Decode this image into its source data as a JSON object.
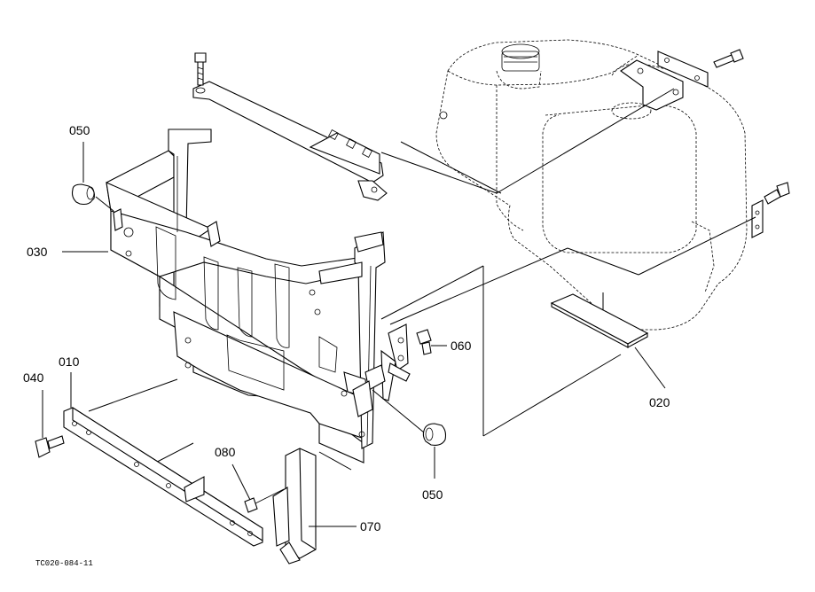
{
  "diagram": {
    "callouts": {
      "p010": "010",
      "p020": "020",
      "p030": "030",
      "p040": "040",
      "p050_left": "050",
      "p050_right": "050",
      "p060": "060",
      "p070": "070",
      "p080": "080"
    },
    "drawing_code": "TC020-084-11"
  }
}
